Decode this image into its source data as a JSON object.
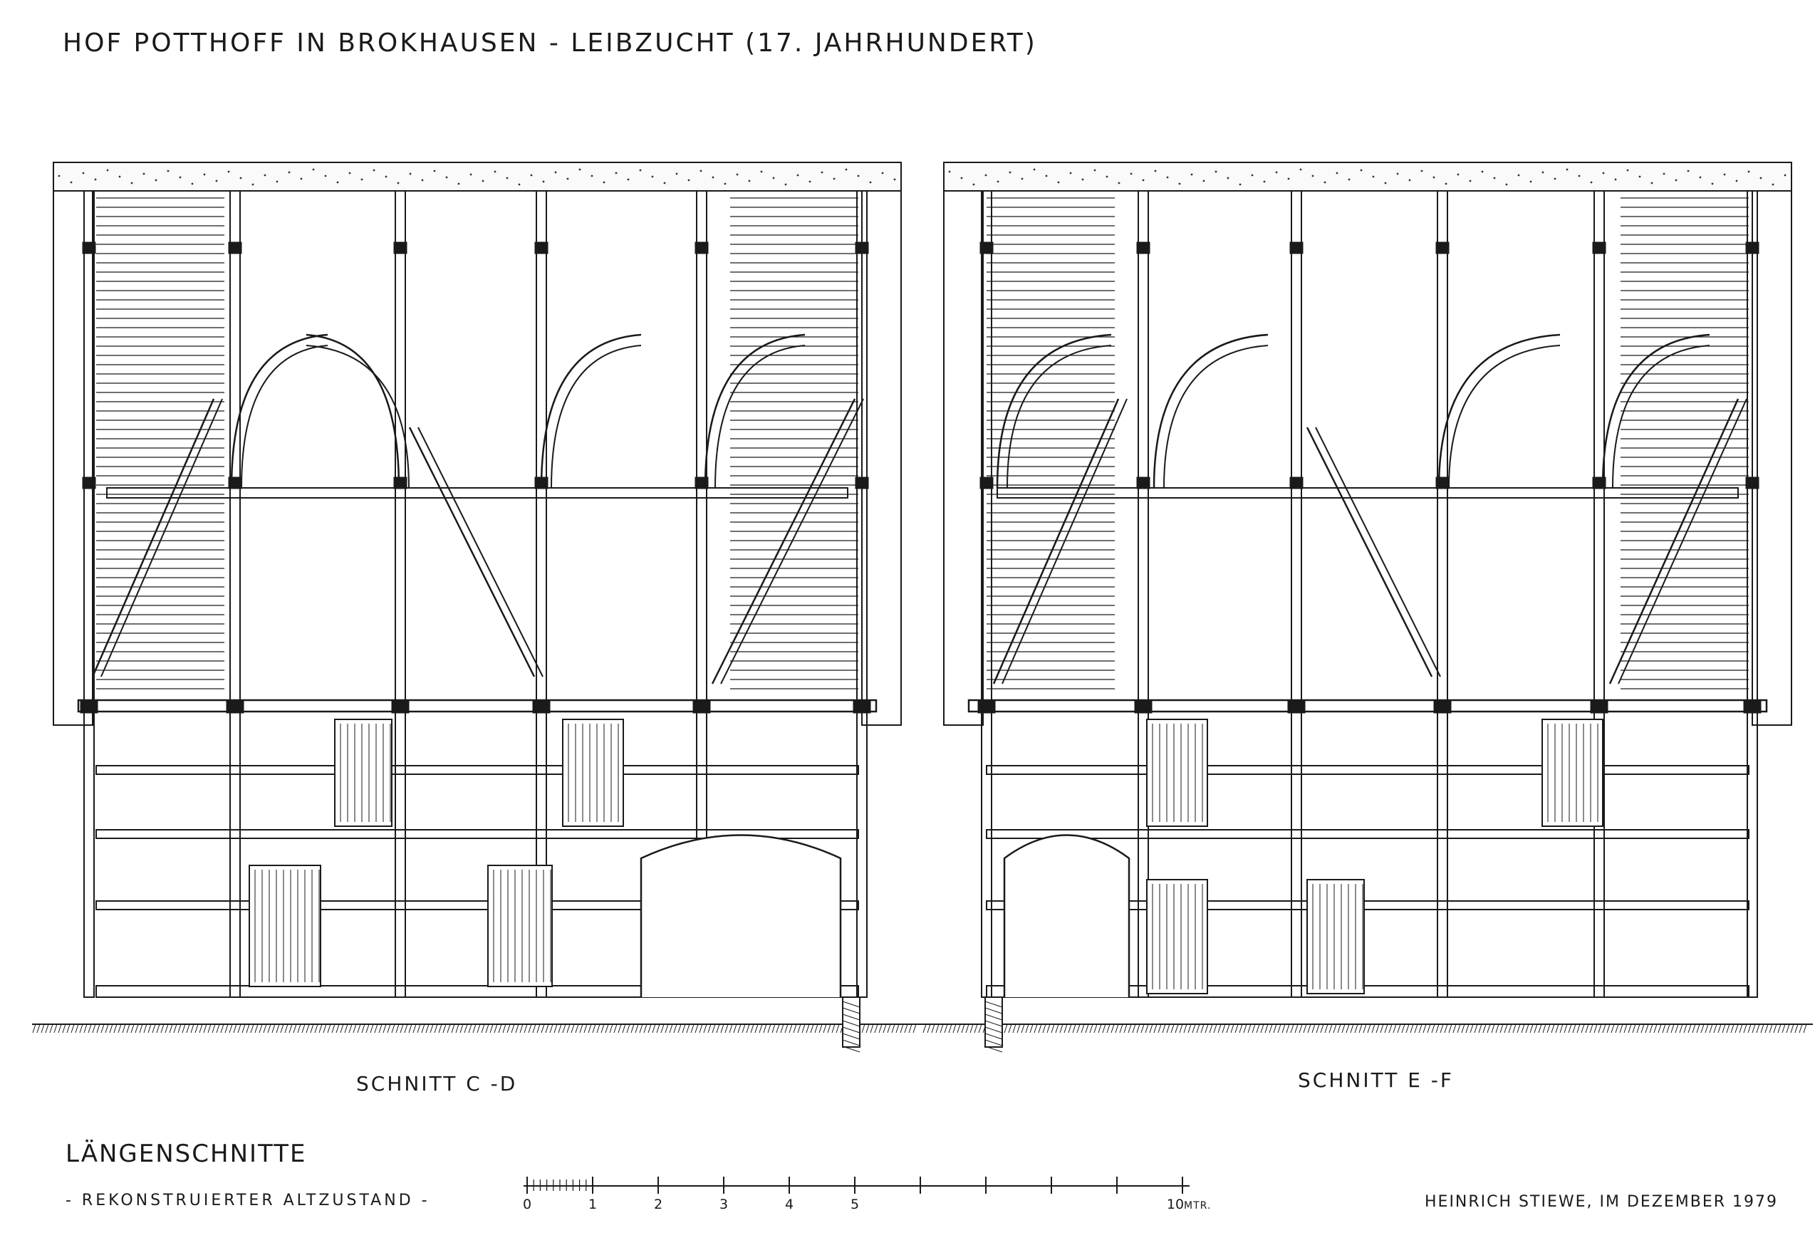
{
  "title": "HOF POTTHOFF IN BROKHAUSEN - LEIBZUCHT (17. JAHRHUNDERT)",
  "sections": [
    {
      "id": "cd",
      "caption": "SCHNITT C -D"
    },
    {
      "id": "ef",
      "caption": "SCHNITT E -F"
    }
  ],
  "subtitle": "LÄNGENSCHNITTE",
  "note": "- REKONSTRUIERTER   ALTZUSTAND -",
  "author": "HEINRICH STIEWE, IM DEZEMBER 1979",
  "scale": {
    "tick_labels": [
      "0",
      "1",
      "2",
      "3",
      "4",
      "5"
    ],
    "end_label": "10",
    "unit": "MTR."
  }
}
